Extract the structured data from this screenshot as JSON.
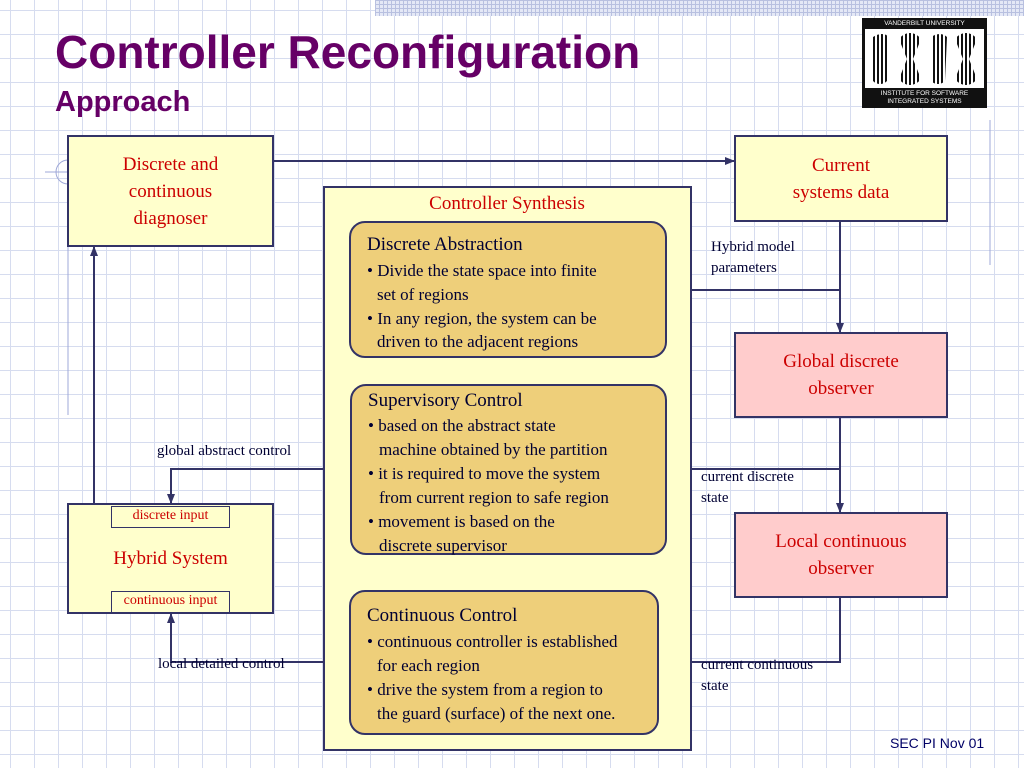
{
  "title": "Controller Reconfiguration",
  "subtitle": "Approach",
  "logo": {
    "top_text": "VANDERBILT UNIVERSITY",
    "bottom_line1": "INSTITUTE FOR SOFTWARE",
    "bottom_line2": "INTEGRATED SYSTEMS"
  },
  "boxes": {
    "diagnoser": {
      "line1": "Discrete and",
      "line2": "continuous",
      "line3": "diagnoser"
    },
    "current_data": {
      "line1": "Current",
      "line2": "systems data"
    },
    "global_observer": {
      "line1": "Global discrete",
      "line2": "observer"
    },
    "local_observer": {
      "line1": "Local continuous",
      "line2": "observer"
    },
    "hybrid_system": {
      "label": "Hybrid System",
      "top_tag": "discrete input",
      "bottom_tag": "continuous input"
    }
  },
  "synthesis": {
    "title": "Controller Synthesis",
    "discrete_abstraction": {
      "heading": "Discrete Abstraction",
      "lines": [
        "• Divide the state space into finite",
        "set of regions",
        "• In any region, the system can be",
        "driven to the adjacent regions"
      ]
    },
    "supervisory_control": {
      "heading": "Supervisory Control",
      "lines": [
        "• based on the abstract state",
        "machine obtained by the partition",
        "• it is required to move the system",
        "from current region to safe region",
        "• movement is based on the",
        "discrete supervisor"
      ]
    },
    "continuous_control": {
      "heading": "Continuous Control",
      "lines": [
        "• continuous controller is established",
        "for each region",
        "• drive the system from a region to",
        "the guard (surface) of the next one."
      ]
    }
  },
  "edge_labels": {
    "hybrid_model": {
      "line1": "Hybrid model",
      "line2": "parameters"
    },
    "global_abstract": "global abstract control",
    "current_discrete": {
      "line1": "current discrete",
      "line2": "state"
    },
    "local_detailed": "local detailed control",
    "current_continuous": {
      "line1": "current continuous",
      "line2": "state"
    }
  },
  "footer": "SEC PI  Nov 01",
  "colors": {
    "title": "#660066",
    "box_text": "#cc0000",
    "yellow_fill": "#ffffcc",
    "pink_fill": "#ffcccc",
    "rounded_fill": "#eecf7a",
    "line": "#333366"
  }
}
